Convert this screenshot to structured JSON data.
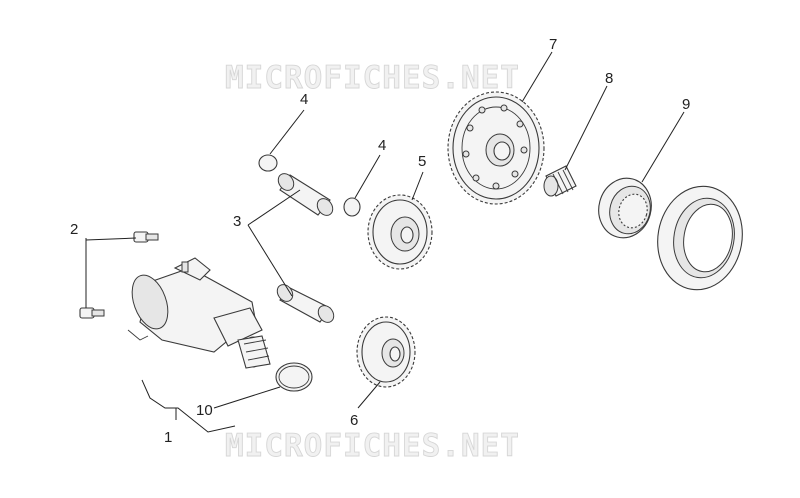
{
  "watermark": {
    "top": "MICROFICHES.NET",
    "bottom": "MICROFICHES.NET"
  },
  "callouts": {
    "c1": "1",
    "c2": "2",
    "c3": "3",
    "c4a": "4",
    "c4b": "4",
    "c5": "5",
    "c6": "6",
    "c7": "7",
    "c8": "8",
    "c9": "9",
    "c10": "10"
  }
}
